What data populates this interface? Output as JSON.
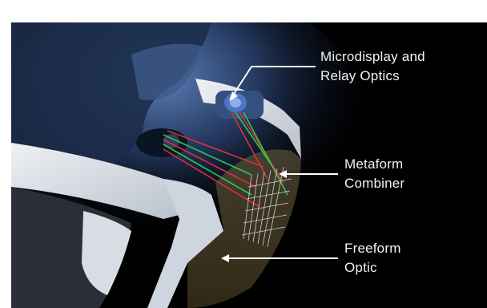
{
  "callouts": {
    "microdisplay": {
      "line1": "Microdisplay and",
      "line2": "Relay Optics"
    },
    "metaform": {
      "line1": "Metaform",
      "line2": "Combiner"
    },
    "freeform": {
      "line1": "Freeform",
      "line2": "Optic"
    }
  },
  "colors": {
    "background": "#000000",
    "label_text": "#f2f2f2",
    "pointer_lines": "#ffffff",
    "frame": "#d9dde3",
    "ray_green": "#3cc24a",
    "ray_red": "#d8323a"
  }
}
